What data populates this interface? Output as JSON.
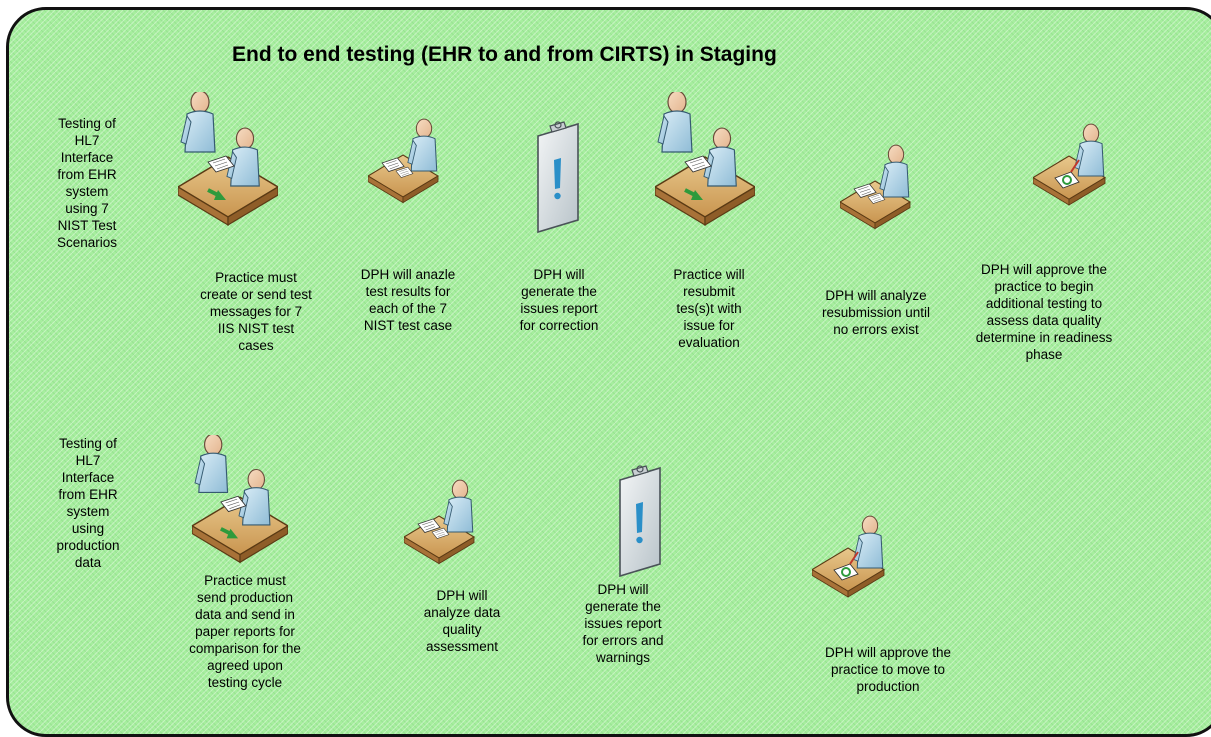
{
  "title": "End to end testing (EHR to and from CIRTS) in Staging",
  "rows": [
    {
      "label": "Testing of\nHL7\nInterface\nfrom EHR\nsystem\nusing 7\nNIST Test\nScenarios",
      "steps": [
        {
          "icon": "meeting-icon",
          "text": "Practice must\ncreate or send test\nmessages  for 7\nIIS NIST test\ncases"
        },
        {
          "icon": "reviewer-icon",
          "text": "DPH will anazle\ntest results for\neach of the 7\nNIST test case"
        },
        {
          "icon": "clipboard-alert-icon",
          "text": "DPH will\ngenerate the\nissues report\nfor correction"
        },
        {
          "icon": "meeting-icon",
          "text": "Practice will\nresubmit\ntes(s)t with\nissue for\nevaluation"
        },
        {
          "icon": "reviewer-icon",
          "text": "DPH will analyze\nresubmission until\nno errors exist"
        },
        {
          "icon": "approver-icon",
          "text": "DPH will approve the\npractice to begin\nadditional testing to\nassess data quality\ndetermine in readiness\nphase"
        }
      ]
    },
    {
      "label": "Testing of\nHL7\nInterface\nfrom EHR\nsystem\nusing\nproduction\ndata",
      "steps": [
        {
          "icon": "meeting-icon",
          "text": "Practice must\nsend production\ndata and send in\npaper reports for\ncomparison for the\nagreed upon\ntesting cycle"
        },
        {
          "icon": "reviewer-icon",
          "text": "DPH will\nanalyze data\nquality\nassessment"
        },
        {
          "icon": "clipboard-alert-icon",
          "text": "DPH will\ngenerate the\nissues report\nfor errors and\nwarnings"
        },
        {
          "icon": "approver-icon",
          "text": "DPH will approve the\npractice to move to\nproduction"
        }
      ]
    }
  ]
}
